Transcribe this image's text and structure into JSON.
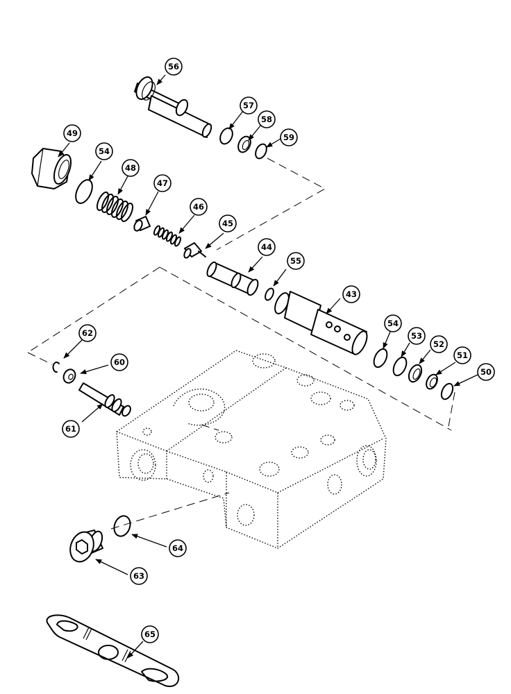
{
  "diagram": {
    "callouts": {
      "p43": "43",
      "p44": "44",
      "p45": "45",
      "p46": "46",
      "p47": "47",
      "p48": "48",
      "p49": "49",
      "p50": "50",
      "p51": "51",
      "p52": "52",
      "p53": "53",
      "p54a": "54",
      "p54b": "54",
      "p55": "55",
      "p56": "56",
      "p57": "57",
      "p58": "58",
      "p59": "59",
      "p60": "60",
      "p61": "61",
      "p62": "62",
      "p63": "63",
      "p64": "64",
      "p65": "65"
    }
  }
}
